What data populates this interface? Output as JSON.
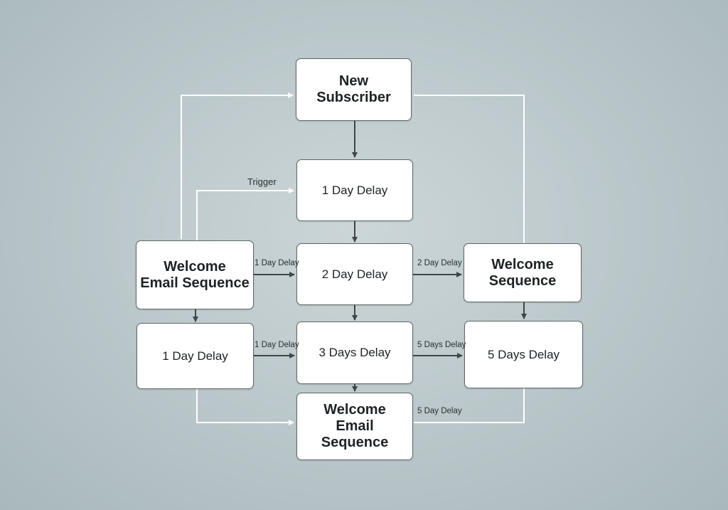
{
  "nodes": {
    "new_subscriber": "New\nSubscriber",
    "delay_1_top": "1 Day Delay",
    "welcome_left": "Welcome\nEmail Sequence",
    "delay_2": "2 Day Delay",
    "welcome_right": "Welcome\nSequence",
    "delay_1_left": "1 Day Delay",
    "delay_3": "3 Days Delay",
    "delay_5": "5 Days Delay",
    "welcome_bottom": "Welcome\nEmail\nSequence"
  },
  "edge_labels": {
    "trigger": "Trigger",
    "left_to_delay2": "1 Day Delay",
    "delay2_to_right": "2 Day Delay",
    "left_to_delay3": "1 Day Delay",
    "delay3_to_delay5": "5 Days Delay",
    "bottom_right": "5 Day Delay"
  },
  "colors": {
    "node_border": "#5f6668",
    "dark_arrow": "#3f4648",
    "light_connector": "#ffffff"
  }
}
